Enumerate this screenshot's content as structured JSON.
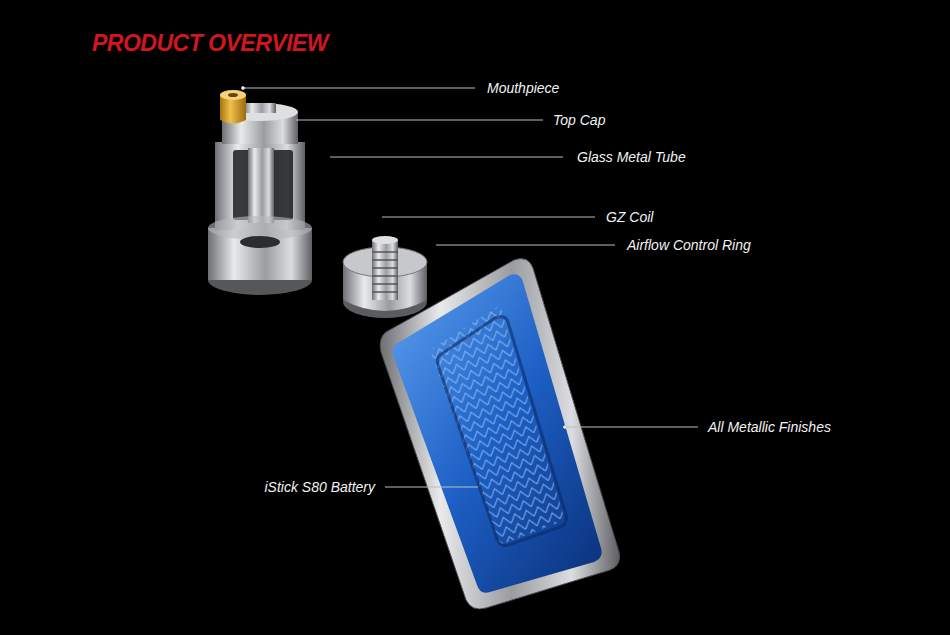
{
  "diagram": {
    "title": "PRODUCT OVERVIEW",
    "labels": [
      "Mouthpiece",
      "Top Cap",
      "Glass Metal Tube",
      "GZ Coil",
      "Airflow Control Ring",
      "All Metallic Finishes",
      "iStick S80 Battery"
    ]
  }
}
